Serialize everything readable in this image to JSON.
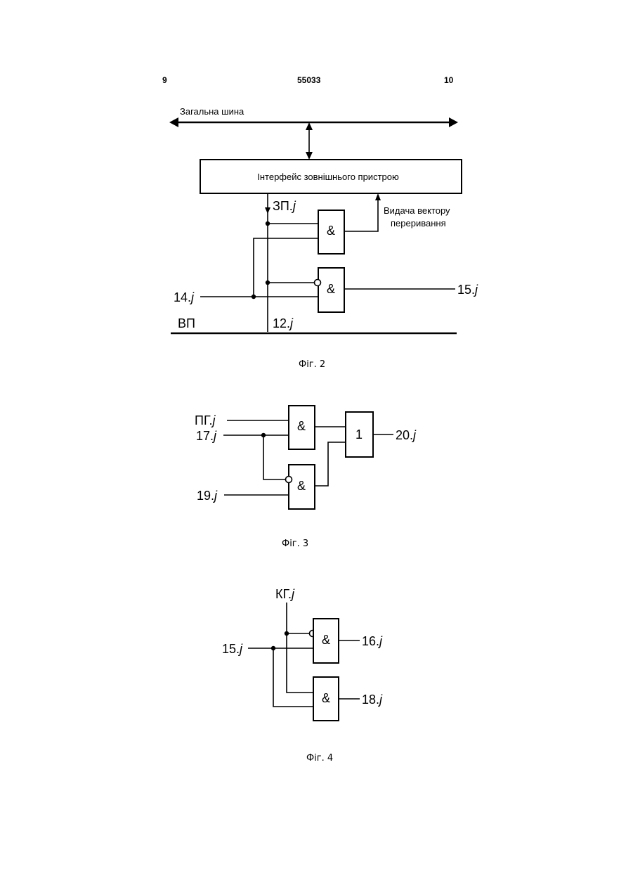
{
  "header": {
    "left_page": "9",
    "patent_number": "55033",
    "right_page": "10"
  },
  "fig2": {
    "bus_label": "Загальна шина",
    "interface_label": "Інтерфейс зовнішнього пристрою",
    "zp_label": "ЗП.",
    "vector_label_line1": "Видача вектору",
    "vector_label_line2": "переривання",
    "gate_and": "&",
    "in14_label": "14.",
    "out15_label": "15.",
    "vp_label": "ВП",
    "line12_label": "12.",
    "j": "j",
    "caption": "Фіг. 2"
  },
  "fig3": {
    "pg_label": "ПГ.",
    "in17_label": "17.",
    "in19_label": "19.",
    "out20_label": "20.",
    "gate_and": "&",
    "gate_or": "1",
    "j": "j",
    "caption": "Фіг. 3"
  },
  "fig4": {
    "kg_label": "КГ.",
    "in15_label": "15.",
    "out16_label": "16.",
    "out18_label": "18.",
    "gate_and": "&",
    "j": "j",
    "caption": "Фіг. 4"
  }
}
